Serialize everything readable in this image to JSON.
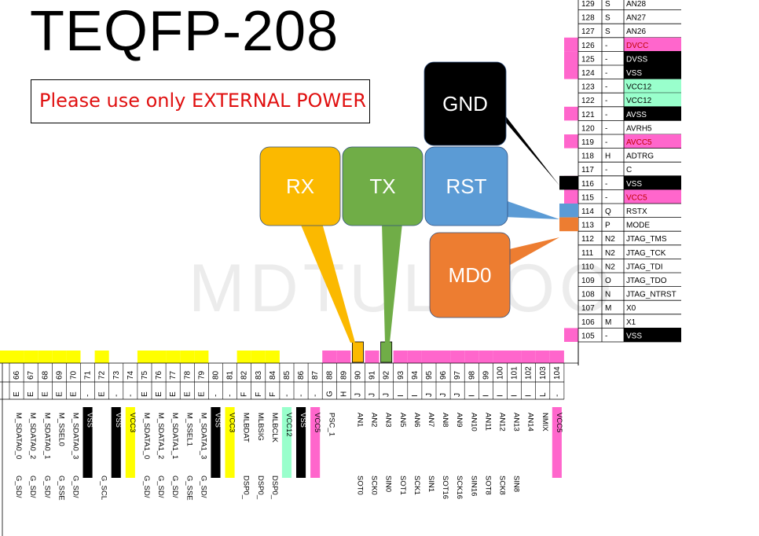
{
  "title": "TEQFP-208",
  "notice": "Please use only EXTERNAL POWER",
  "watermark": "MDTULOOO",
  "callouts": {
    "rx": "RX",
    "tx": "TX",
    "rst": "RST",
    "gnd": "GND",
    "md0": "MD0"
  },
  "colors": {
    "rx": "#fbb900",
    "tx": "#70ad47",
    "rst": "#5b9bd5",
    "gnd": "#000000",
    "md0": "#ed7d31",
    "pink": "#ff66cc",
    "yellow": "#ffff00",
    "mint": "#99ffcc",
    "black": "#000000"
  },
  "right_pins": [
    {
      "num": "129",
      "type": "S",
      "name": "AN28",
      "fill": ""
    },
    {
      "num": "128",
      "type": "S",
      "name": "AN27",
      "fill": ""
    },
    {
      "num": "127",
      "type": "S",
      "name": "AN26",
      "fill": ""
    },
    {
      "num": "126",
      "type": "-",
      "name": "DVCC",
      "fill": "pink"
    },
    {
      "num": "125",
      "type": "-",
      "name": "DVSS",
      "fill": "black"
    },
    {
      "num": "124",
      "type": "-",
      "name": "VSS",
      "fill": "black"
    },
    {
      "num": "123",
      "type": "-",
      "name": "VCC12",
      "fill": "mint"
    },
    {
      "num": "122",
      "type": "-",
      "name": "VCC12",
      "fill": "mint"
    },
    {
      "num": "121",
      "type": "-",
      "name": "AVSS",
      "fill": "black"
    },
    {
      "num": "120",
      "type": "-",
      "name": "AVRH5",
      "fill": ""
    },
    {
      "num": "119",
      "type": "-",
      "name": "AVCC5",
      "fill": "pink"
    },
    {
      "num": "118",
      "type": "H",
      "name": "ADTRG",
      "fill": ""
    },
    {
      "num": "117",
      "type": "-",
      "name": "C",
      "fill": ""
    },
    {
      "num": "116",
      "type": "-",
      "name": "VSS",
      "fill": "black"
    },
    {
      "num": "115",
      "type": "-",
      "name": "VCC5",
      "fill": "pink"
    },
    {
      "num": "114",
      "type": "Q",
      "name": "RSTX",
      "fill": ""
    },
    {
      "num": "113",
      "type": "P",
      "name": "MODE",
      "fill": ""
    },
    {
      "num": "112",
      "type": "N2",
      "name": "JTAG_TMS",
      "fill": ""
    },
    {
      "num": "111",
      "type": "N2",
      "name": "JTAG_TCK",
      "fill": ""
    },
    {
      "num": "110",
      "type": "N2",
      "name": "JTAG_TDI",
      "fill": ""
    },
    {
      "num": "109",
      "type": "O",
      "name": "JTAG_TDO",
      "fill": ""
    },
    {
      "num": "108",
      "type": "N",
      "name": "JTAG_NTRST",
      "fill": ""
    },
    {
      "num": "107",
      "type": "M",
      "name": "X0",
      "fill": ""
    },
    {
      "num": "106",
      "type": "M",
      "name": "X1",
      "fill": ""
    },
    {
      "num": "105",
      "type": "-",
      "name": "VSS",
      "fill": "black"
    }
  ],
  "bottom_pins": [
    {
      "num": "66",
      "type": "E",
      "name": "M_SDATA0_0",
      "alt": "G_SD/",
      "fill": ""
    },
    {
      "num": "67",
      "type": "E",
      "name": "M_SDATA0_2",
      "alt": "G_SD/",
      "fill": ""
    },
    {
      "num": "68",
      "type": "E",
      "name": "M_SDATA0_1",
      "alt": "G_SD/",
      "fill": ""
    },
    {
      "num": "69",
      "type": "E",
      "name": "M_SSEL0",
      "alt": "G_SSE",
      "fill": ""
    },
    {
      "num": "70",
      "type": "E",
      "name": "M_SDATA0_3",
      "alt": "G_SD/",
      "fill": ""
    },
    {
      "num": "71",
      "type": "-",
      "name": "VSS",
      "alt": "",
      "fill": "black"
    },
    {
      "num": "72",
      "type": "E",
      "name": "",
      "alt": "G_SCL",
      "fill": ""
    },
    {
      "num": "73",
      "type": "-",
      "name": "VSS",
      "alt": "",
      "fill": "black"
    },
    {
      "num": "74",
      "type": "-",
      "name": "VCC3",
      "alt": "",
      "fill": "yellow"
    },
    {
      "num": "75",
      "type": "E",
      "name": "M_SDATA1_0",
      "alt": "G_SD/",
      "fill": ""
    },
    {
      "num": "76",
      "type": "E",
      "name": "M_SDATA1_2",
      "alt": "G_SD/",
      "fill": ""
    },
    {
      "num": "77",
      "type": "E",
      "name": "M_SDATA1_1",
      "alt": "G_SD/",
      "fill": ""
    },
    {
      "num": "78",
      "type": "E",
      "name": "M_SSEL1",
      "alt": "G_SSE",
      "fill": ""
    },
    {
      "num": "79",
      "type": "E",
      "name": "M_SDATA1_3",
      "alt": "G_SD/",
      "fill": ""
    },
    {
      "num": "80",
      "type": "-",
      "name": "VSS",
      "alt": "",
      "fill": "black"
    },
    {
      "num": "81",
      "type": "-",
      "name": "VCC3",
      "alt": "",
      "fill": "yellow"
    },
    {
      "num": "82",
      "type": "F",
      "name": "MLBDAT",
      "alt": "DSP0_",
      "fill": ""
    },
    {
      "num": "83",
      "type": "F",
      "name": "MLBSIG",
      "alt": "DSP0_",
      "fill": ""
    },
    {
      "num": "84",
      "type": "F",
      "name": "MLBCLK",
      "alt": "DSP0_",
      "fill": ""
    },
    {
      "num": "85",
      "type": "-",
      "name": "VCC12",
      "alt": "",
      "fill": "mint"
    },
    {
      "num": "86",
      "type": "-",
      "name": "VSS",
      "alt": "",
      "fill": "black"
    },
    {
      "num": "87",
      "type": "-",
      "name": "VCC5",
      "alt": "",
      "fill": "pink"
    },
    {
      "num": "88",
      "type": "G",
      "name": "PSC_1",
      "alt": "",
      "fill": ""
    },
    {
      "num": "89",
      "type": "H",
      "name": "",
      "alt": "",
      "fill": ""
    },
    {
      "num": "90",
      "type": "J",
      "name": "AN1",
      "alt": "SOT0",
      "fill": ""
    },
    {
      "num": "91",
      "type": "J",
      "name": "AN2",
      "alt": "SCK0",
      "fill": ""
    },
    {
      "num": "92",
      "type": "J",
      "name": "AN3",
      "alt": "SIN0",
      "fill": ""
    },
    {
      "num": "93",
      "type": "I",
      "name": "AN5",
      "alt": "SOT1",
      "fill": ""
    },
    {
      "num": "94",
      "type": "I",
      "name": "AN6",
      "alt": "SCK1",
      "fill": ""
    },
    {
      "num": "95",
      "type": "J",
      "name": "AN7",
      "alt": "SIN1",
      "fill": ""
    },
    {
      "num": "96",
      "type": "J",
      "name": "AN8",
      "alt": "SOT16",
      "fill": ""
    },
    {
      "num": "97",
      "type": "J",
      "name": "AN9",
      "alt": "SCK16",
      "fill": ""
    },
    {
      "num": "98",
      "type": "I",
      "name": "AN10",
      "alt": "SIN16",
      "fill": ""
    },
    {
      "num": "99",
      "type": "I",
      "name": "AN11",
      "alt": "SOT8",
      "fill": ""
    },
    {
      "num": "100",
      "type": "I",
      "name": "AN12",
      "alt": "SCK8",
      "fill": ""
    },
    {
      "num": "101",
      "type": "I",
      "name": "AN13",
      "alt": "SIN8",
      "fill": ""
    },
    {
      "num": "102",
      "type": "I",
      "name": "AN14",
      "alt": "",
      "fill": ""
    },
    {
      "num": "103",
      "type": "L",
      "name": "NMIX",
      "alt": "",
      "fill": ""
    },
    {
      "num": "104",
      "type": "-",
      "name": "VCC5",
      "alt": "",
      "fill": "pink"
    }
  ]
}
